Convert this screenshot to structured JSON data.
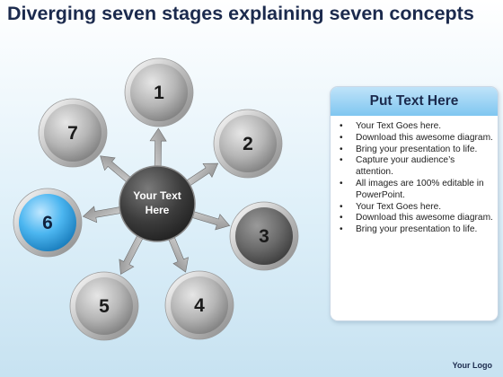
{
  "title": "Diverging seven stages explaining seven concepts",
  "center": {
    "line1": "Your Text",
    "line2": "Here"
  },
  "nodes": [
    {
      "label": "1",
      "highlighted": false
    },
    {
      "label": "2",
      "highlighted": false
    },
    {
      "label": "3",
      "highlighted": false
    },
    {
      "label": "4",
      "highlighted": false
    },
    {
      "label": "5",
      "highlighted": false
    },
    {
      "label": "6",
      "highlighted": true
    },
    {
      "label": "7",
      "highlighted": false
    }
  ],
  "panel": {
    "header": "Put Text Here",
    "items": [
      "Your Text Goes here.",
      "Download this awesome diagram.",
      "Bring your presentation to life.",
      "Capture your audience’s attention.",
      "All images are 100% editable in PowerPoint.",
      "Your Text Goes here.",
      "Download this awesome diagram.",
      "Bring your presentation to life."
    ]
  },
  "logo": "Your Logo",
  "colors": {
    "title": "#1b2a4d",
    "highlight": "#1e9be0",
    "node_dark": "#3a3a3a",
    "node_light": "#cfcfcf",
    "header": "#7fc6f0"
  }
}
